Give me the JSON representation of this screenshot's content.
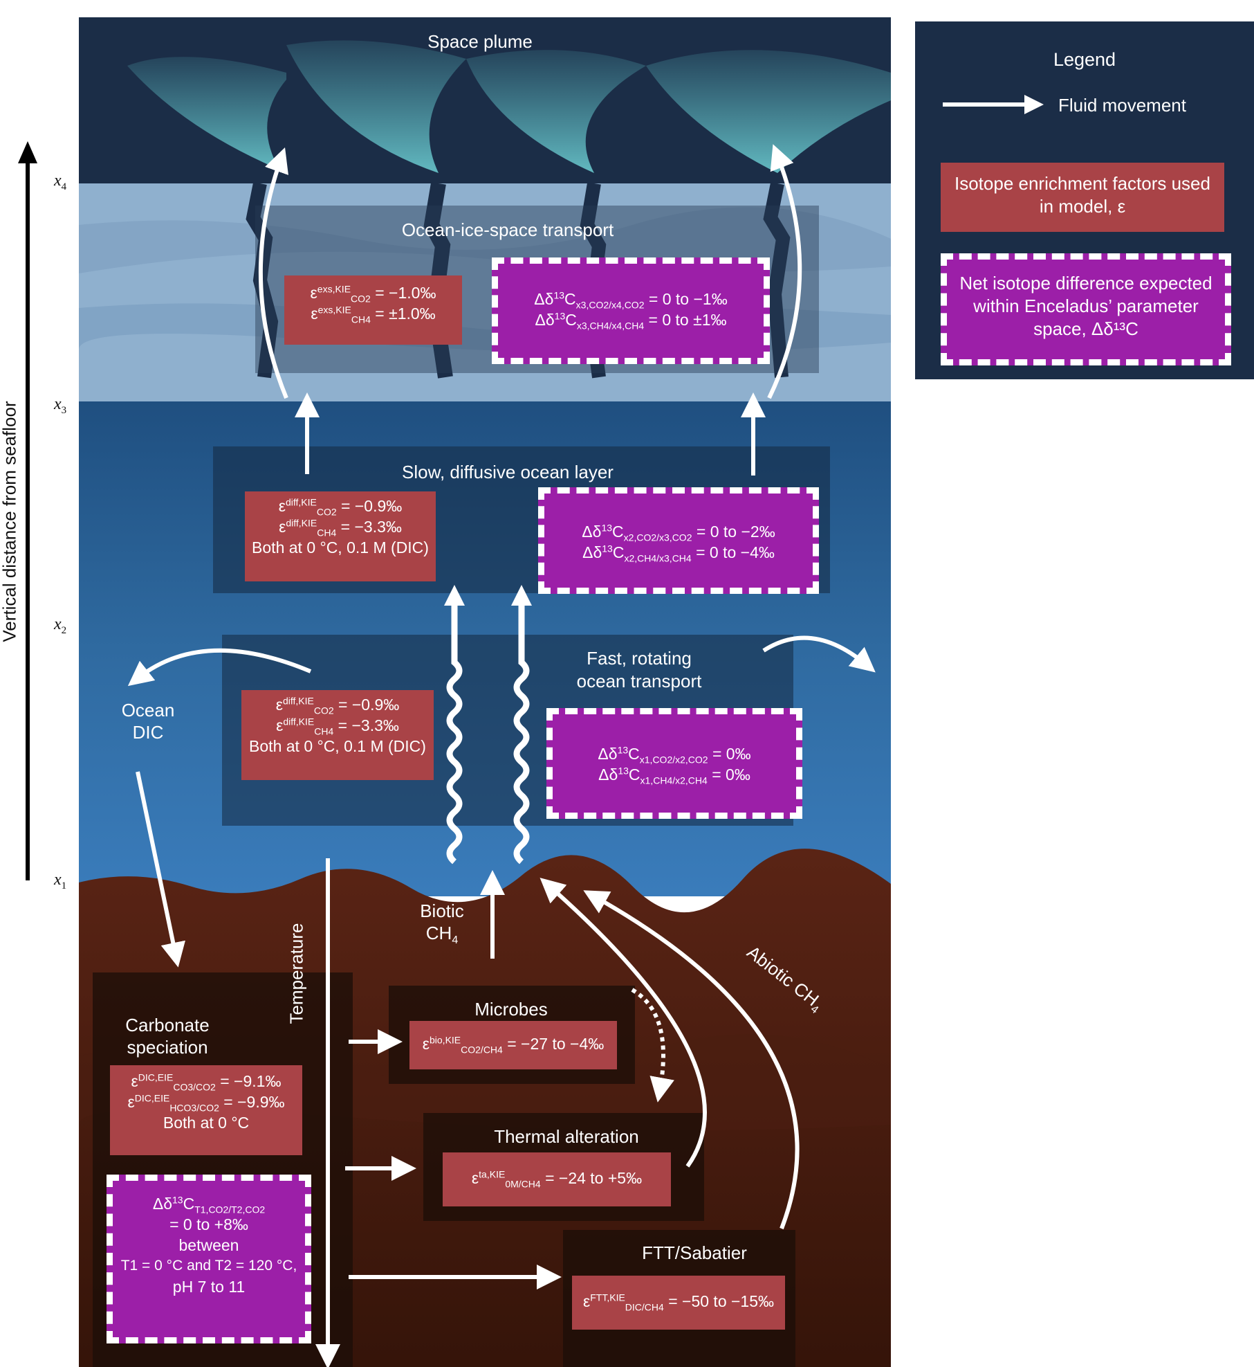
{
  "axis": {
    "label": "Vertical distance from seafloor",
    "ticks": [
      {
        "name": "x",
        "sub": "4"
      },
      {
        "name": "x",
        "sub": "3"
      },
      {
        "name": "x",
        "sub": "2"
      },
      {
        "name": "x",
        "sub": "1"
      }
    ]
  },
  "legend": {
    "title": "Legend",
    "fluid_movement": "Fluid movement",
    "enrichment": "Isotope enrichment factors used in model, ε",
    "net_difference": "Net isotope difference expected within Enceladus’ parameter space, Δδ¹³C"
  },
  "regions": {
    "space_plume": "Space plume",
    "ocean_ice_space": "Ocean-ice-space transport",
    "slow_layer": "Slow, diffusive ocean layer",
    "fast_layer_1": "Fast, rotating",
    "fast_layer_2": "ocean transport",
    "ocean_dic_1": "Ocean",
    "ocean_dic_2": "DIC",
    "biotic_1": "Biotic",
    "biotic_2": "CH",
    "biotic_sub": "4",
    "abiotic": "Abiotic CH",
    "abiotic_sub": "4",
    "temperature": "Temperature",
    "carbonate_1": "Carbonate",
    "carbonate_2": "speciation",
    "microbes": "Microbes",
    "thermal": "Thermal alteration",
    "ftt": "FTT/Sabatier"
  },
  "boxes": {
    "exs": {
      "co2": {
        "sup": "exs,KIE",
        "sub": "CO2",
        "val": "= −1.0‰"
      },
      "ch4": {
        "sup": "exs,KIE",
        "sub": "CH4",
        "val": "= ±1.0‰"
      }
    },
    "x3x4": {
      "l1": {
        "sub": "x3,CO2/x4,CO2",
        "val": "= 0 to −1‰"
      },
      "l2": {
        "sub": "x3,CH4/x4,CH4",
        "val": "= 0 to ±1‰"
      }
    },
    "diff_upper": {
      "co2": {
        "sup": "diff,KIE",
        "sub": "CO2",
        "val": "= −0.9‰"
      },
      "ch4": {
        "sup": "diff,KIE",
        "sub": "CH4",
        "val": "= −3.3‰"
      },
      "note": "Both at 0 °C, 0.1 M (DIC)"
    },
    "x2x3": {
      "l1": {
        "sub": "x2,CO2/x3,CO2",
        "val": "= 0 to −2‰"
      },
      "l2": {
        "sub": "x2,CH4/x3,CH4",
        "val": "= 0 to −4‰"
      }
    },
    "diff_lower": {
      "co2": {
        "sup": "diff,KIE",
        "sub": "CO2",
        "val": "= −0.9‰"
      },
      "ch4": {
        "sup": "diff,KIE",
        "sub": "CH4",
        "val": "= −3.3‰"
      },
      "note": "Both at 0 °C, 0.1 M (DIC)"
    },
    "x1x2": {
      "l1": {
        "sub": "x1,CO2/x2,CO2",
        "val": "= 0‰"
      },
      "l2": {
        "sub": "x1,CH4/x2,CH4",
        "val": "= 0‰"
      }
    },
    "bio": {
      "sup": "bio,KIE",
      "sub": "CO2/CH4",
      "val": "= −27 to −4‰"
    },
    "dic_eie": {
      "co3": {
        "sup": "DIC,EIE",
        "sub": "CO3/CO2",
        "val": "= −9.1‰"
      },
      "hco3": {
        "sup": "DIC,EIE",
        "sub": "HCO3/CO2",
        "val": "= −9.9‰"
      },
      "note": "Both at 0 °C"
    },
    "t1t2": {
      "l1": {
        "sub": "T1,CO2/T2,CO2"
      },
      "l2": "= 0 to +8‰",
      "l3": "between",
      "l4": "T1 = 0 °C and T2 = 120 °C,",
      "l5": "pH 7 to 11"
    },
    "ta": {
      "sup": "ta,KIE",
      "sub": "0M/CH4",
      "val": "= −24 to +5‰"
    },
    "ftt": {
      "sup": "FTT,KIE",
      "sub": "DIC/CH4",
      "val": "= −50 to −15‰"
    }
  },
  "colors": {
    "space": "#1b2d47",
    "ice": "#8fb0ce",
    "ocean": "#2d6496",
    "seafloor": "#3e1b10",
    "enrichment_box": "#a94347",
    "net_box": "#9c1fa8",
    "legend_bg": "#1b2d47"
  }
}
